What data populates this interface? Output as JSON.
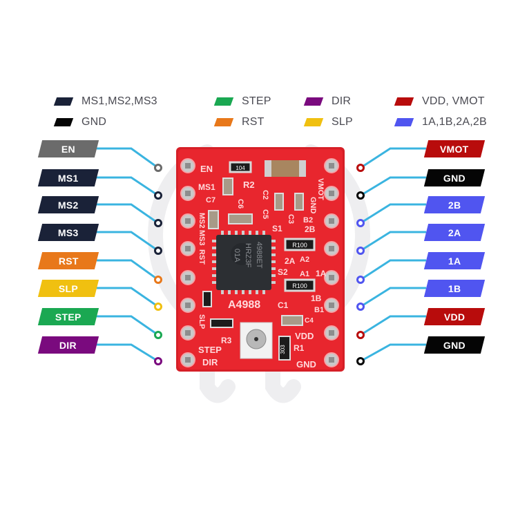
{
  "legend": [
    {
      "label": "MS1,MS2,MS3",
      "color": "#1a2238"
    },
    {
      "label": "STEP",
      "color": "#1aa852"
    },
    {
      "label": "DIR",
      "color": "#7a0a7e"
    },
    {
      "label": "VDD, VMOT",
      "color": "#b80c0c"
    },
    {
      "label": "GND",
      "color": "#050505"
    },
    {
      "label": "RST",
      "color": "#e8781a"
    },
    {
      "label": "SLP",
      "color": "#f0c010"
    },
    {
      "label": "1A,1B,2A,2B",
      "color": "#5055f0"
    }
  ],
  "left_pins": [
    {
      "label": "EN",
      "color": "#6b6b6b"
    },
    {
      "label": "MS1",
      "color": "#1a2238"
    },
    {
      "label": "MS2",
      "color": "#1a2238"
    },
    {
      "label": "MS3",
      "color": "#1a2238"
    },
    {
      "label": "RST",
      "color": "#e8781a"
    },
    {
      "label": "SLP",
      "color": "#f0c010"
    },
    {
      "label": "STEP",
      "color": "#1aa852"
    },
    {
      "label": "DIR",
      "color": "#7a0a7e"
    }
  ],
  "right_pins": [
    {
      "label": "VMOT",
      "color": "#b80c0c"
    },
    {
      "label": "GND",
      "color": "#050505"
    },
    {
      "label": "2B",
      "color": "#5055f0"
    },
    {
      "label": "2A",
      "color": "#5055f0"
    },
    {
      "label": "1A",
      "color": "#5055f0"
    },
    {
      "label": "1B",
      "color": "#5055f0"
    },
    {
      "label": "VDD",
      "color": "#b80c0c"
    },
    {
      "label": "GND",
      "color": "#050505"
    }
  ],
  "connector_color": "#3ab4e0",
  "board": {
    "color": "#e8262e",
    "chip_model": "A4988",
    "chip_marking": [
      "4988ET",
      "HRZ3F",
      "01A"
    ],
    "resistor_r2": "104",
    "resistor_sense_1": "R100",
    "resistor_sense_2": "R100",
    "resistor_r1": "303",
    "silk_left": [
      "EN",
      "MS1",
      "MS2",
      "MS3",
      "RST",
      "SLP",
      "STEP",
      "DIR"
    ],
    "silk_right": [
      "VMOT",
      "GND",
      "2B",
      "2A",
      "1A",
      "1B",
      "VDD",
      "GND"
    ],
    "silk_refs": [
      "R2",
      "C7",
      "C6",
      "C2",
      "C5",
      "C3",
      "S1",
      "B2",
      "A2",
      "S2",
      "A1",
      "C1",
      "B1",
      "R3",
      "R1",
      "C4"
    ]
  }
}
